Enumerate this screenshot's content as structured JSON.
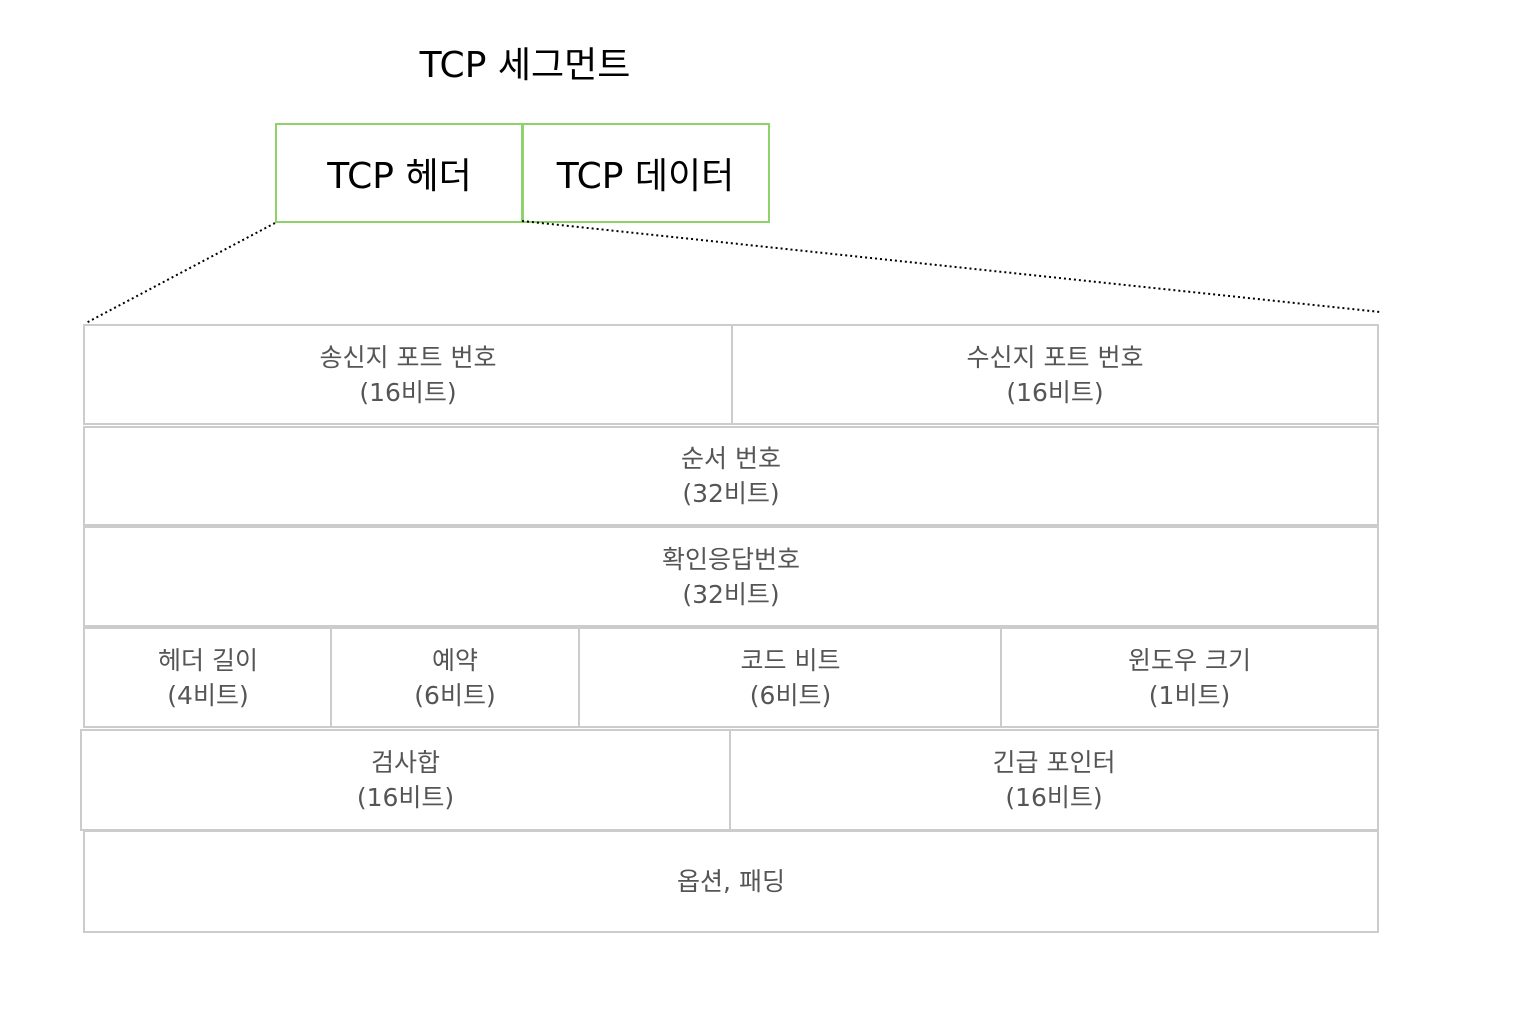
{
  "segment": {
    "title": "TCP 세그먼트",
    "header_label": "TCP 헤더",
    "data_label": "TCP 데이터"
  },
  "fields": {
    "src_port": {
      "name": "송신지 포트 번호",
      "size": "(16비트)"
    },
    "dst_port": {
      "name": "수신지 포트 번호",
      "size": "(16비트)"
    },
    "seq_num": {
      "name": "순서 번호",
      "size": "(32비트)"
    },
    "ack_num": {
      "name": "확인응답번호",
      "size": "(32비트)"
    },
    "header_len": {
      "name": "헤더 길이",
      "size": "(4비트)"
    },
    "reserved": {
      "name": "예약",
      "size": "(6비트)"
    },
    "code_bits": {
      "name": "코드 비트",
      "size": "(6비트)"
    },
    "window": {
      "name": "윈도우 크기",
      "size": "(1비트)"
    },
    "checksum": {
      "name": "검사합",
      "size": "(16비트)"
    },
    "urgent_ptr": {
      "name": "긴급 포인터",
      "size": "(16비트)"
    },
    "options": {
      "name": "옵션, 패딩"
    }
  },
  "colors": {
    "segment_border": "#8fd16a",
    "cell_border": "#cccccc",
    "cell_text": "#555555"
  }
}
